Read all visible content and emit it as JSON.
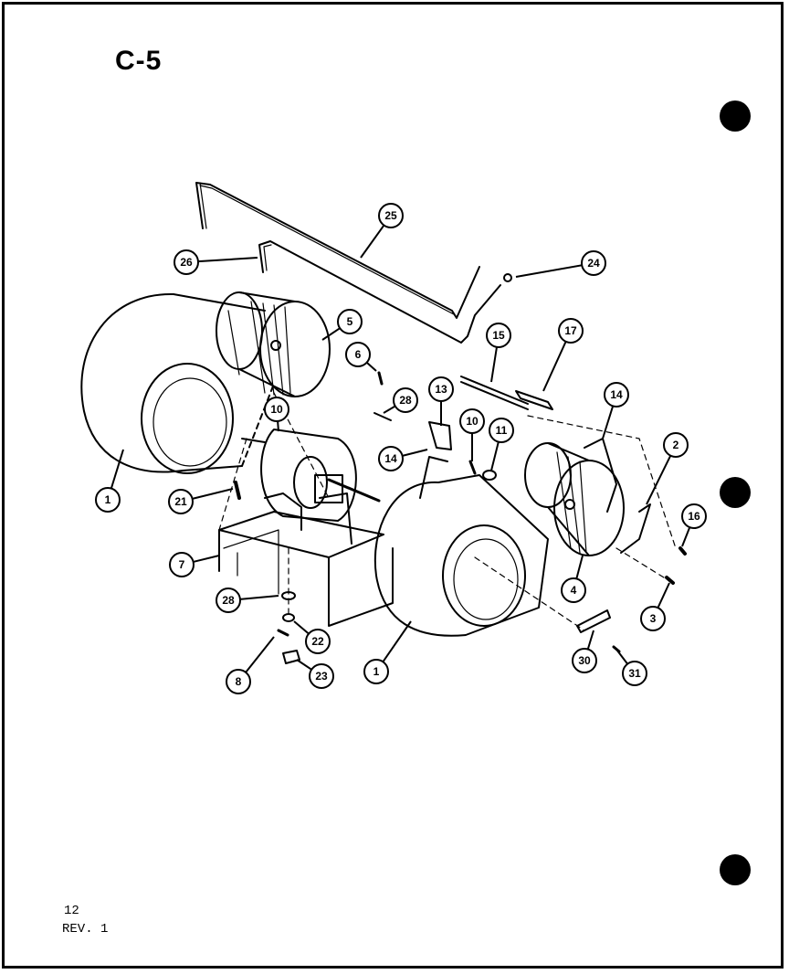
{
  "page": {
    "code": "C-5",
    "page_number": "12",
    "revision": "REV. 1"
  },
  "callouts": [
    {
      "id": "c25",
      "label": "25"
    },
    {
      "id": "c26",
      "label": "26"
    },
    {
      "id": "c24",
      "label": "24"
    },
    {
      "id": "c5",
      "label": "5"
    },
    {
      "id": "c6",
      "label": "6"
    },
    {
      "id": "c15",
      "label": "15"
    },
    {
      "id": "c17",
      "label": "17"
    },
    {
      "id": "c28a",
      "label": "28"
    },
    {
      "id": "c13",
      "label": "13"
    },
    {
      "id": "c10a",
      "label": "10"
    },
    {
      "id": "c10b",
      "label": "10"
    },
    {
      "id": "c11",
      "label": "11"
    },
    {
      "id": "c14a",
      "label": "14"
    },
    {
      "id": "c14b",
      "label": "14"
    },
    {
      "id": "c2",
      "label": "2"
    },
    {
      "id": "c1a",
      "label": "1"
    },
    {
      "id": "c21",
      "label": "21"
    },
    {
      "id": "c16",
      "label": "16"
    },
    {
      "id": "c7",
      "label": "7"
    },
    {
      "id": "c4",
      "label": "4"
    },
    {
      "id": "c3",
      "label": "3"
    },
    {
      "id": "c28b",
      "label": "28"
    },
    {
      "id": "c22",
      "label": "22"
    },
    {
      "id": "c1b",
      "label": "1"
    },
    {
      "id": "c30",
      "label": "30"
    },
    {
      "id": "c31",
      "label": "31"
    },
    {
      "id": "c8",
      "label": "8"
    },
    {
      "id": "c23",
      "label": "23"
    }
  ]
}
